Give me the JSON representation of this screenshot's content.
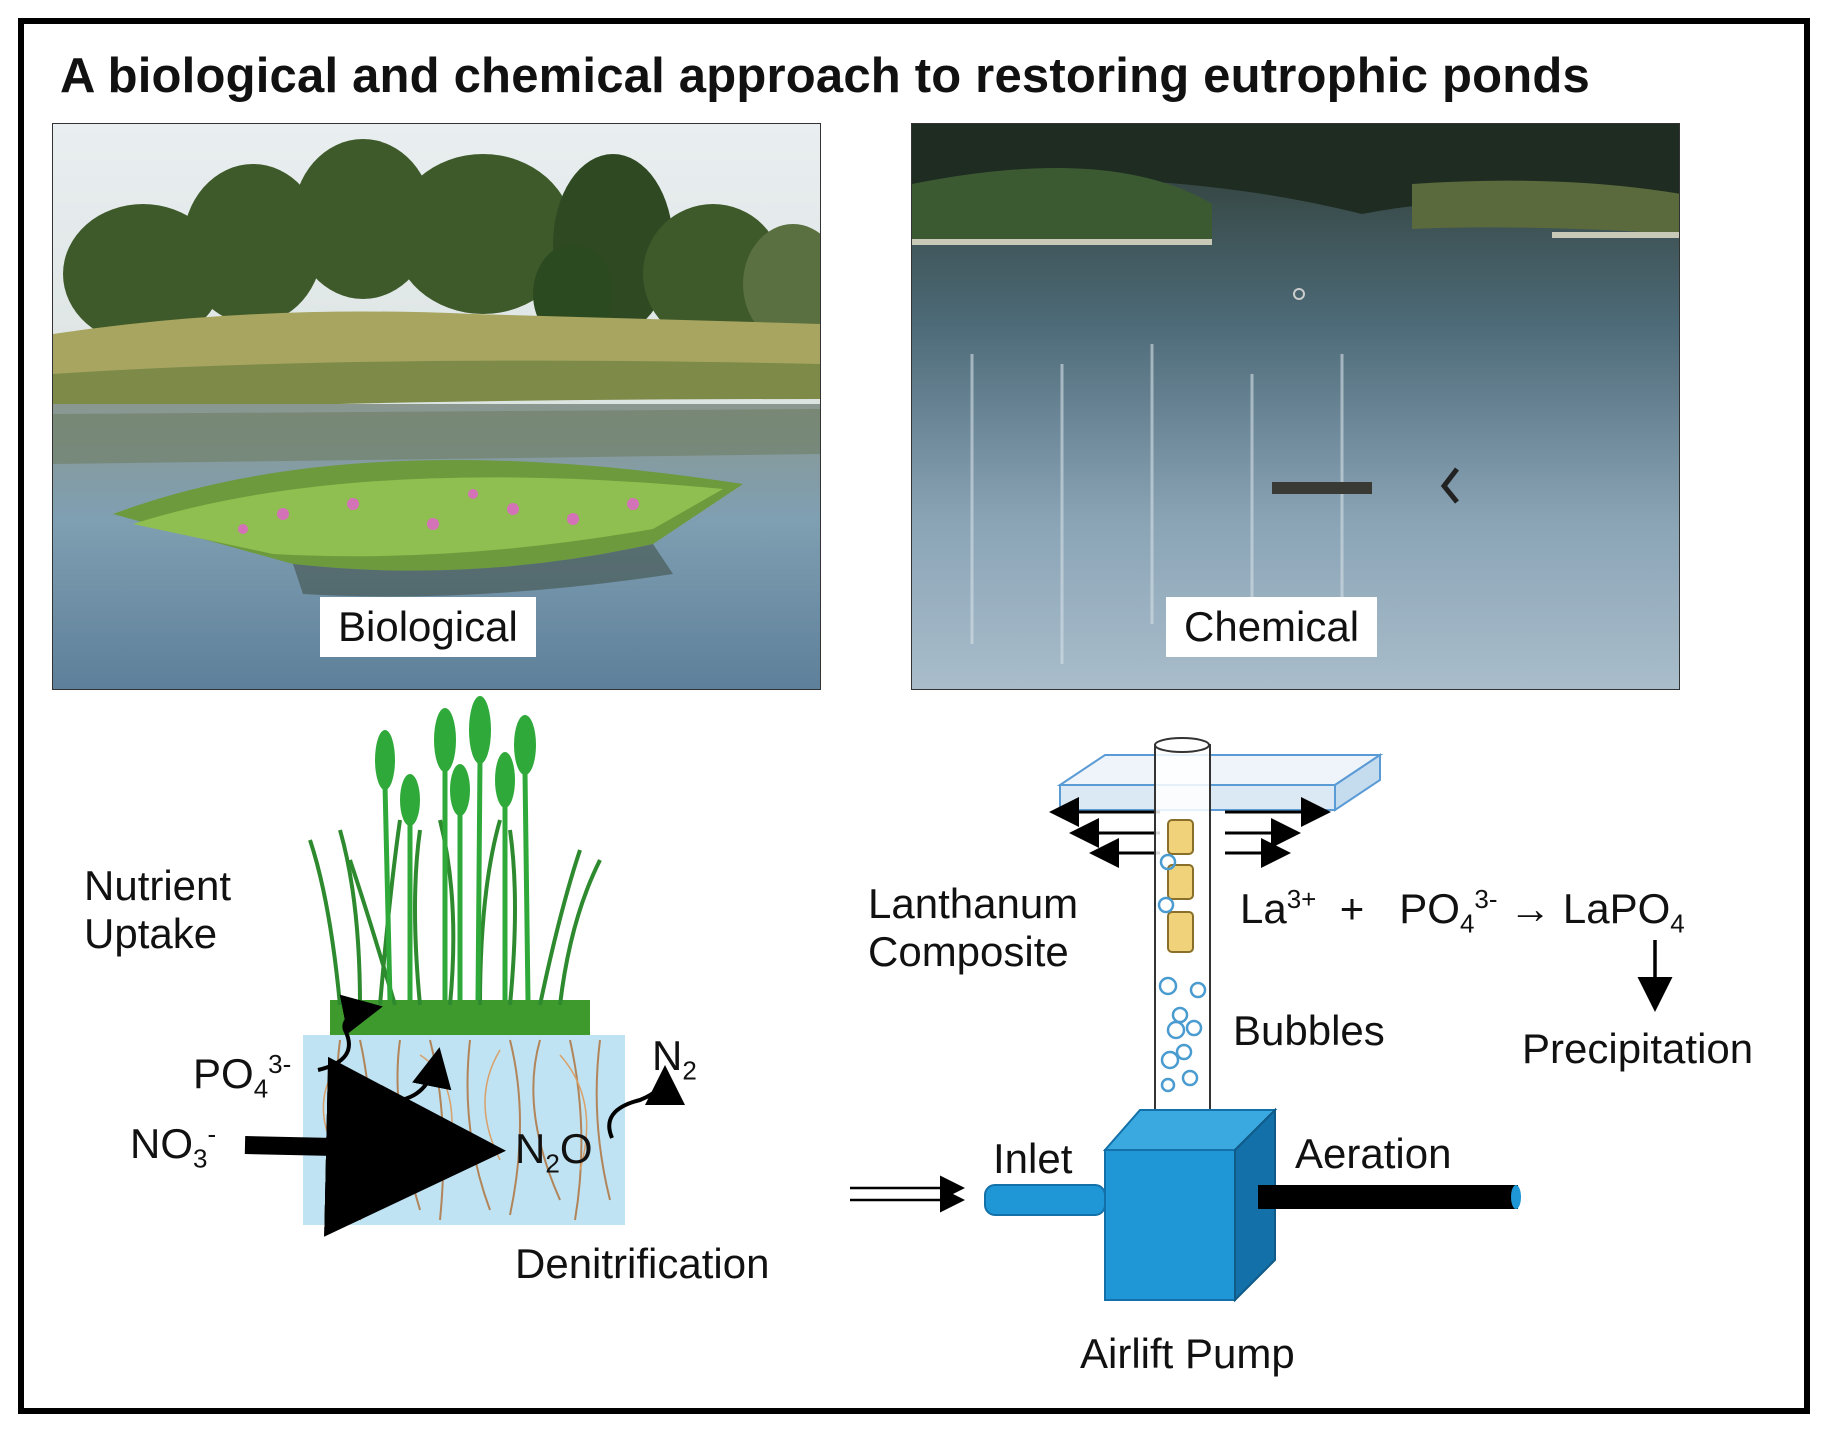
{
  "title": "A biological and chemical approach to restoring eutrophic ponds",
  "photos": {
    "biological_label": "Biological",
    "chemical_label": "Chemical"
  },
  "biological": {
    "nutrient_uptake_line1": "Nutrient",
    "nutrient_uptake_line2": "Uptake",
    "po4": "PO",
    "po4_sub": "4",
    "po4_sup": "3-",
    "no3": "NO",
    "no3_sub": "3",
    "no3_sup": "-",
    "n2o_n": "N",
    "n2o_sub": "2",
    "n2o_o": "O",
    "n2": "N",
    "n2_sub": "2",
    "denitrification": "Denitrification"
  },
  "chemical": {
    "lanthanum_line1": "Lanthanum",
    "lanthanum_line2": "Composite",
    "la": "La",
    "la_sup": "3+",
    "plus": "+",
    "po4": "PO",
    "po4_sub": "4",
    "po4_sup": "3-",
    "arrow": "→",
    "lapo4": "LaPO",
    "lapo4_sub": "4",
    "bubbles": "Bubbles",
    "precipitation": "Precipitation",
    "inlet": "Inlet",
    "aeration": "Aeration",
    "airlift_pump": "Airlift Pump"
  },
  "colors": {
    "pump_blue": "#1f96d6",
    "pump_dark": "#1470a8",
    "plant_green": "#2e9a2e",
    "root_brown": "#b07a4a",
    "water_blue": "#bfe3f2",
    "pellet_yellow": "#f0d27a"
  }
}
